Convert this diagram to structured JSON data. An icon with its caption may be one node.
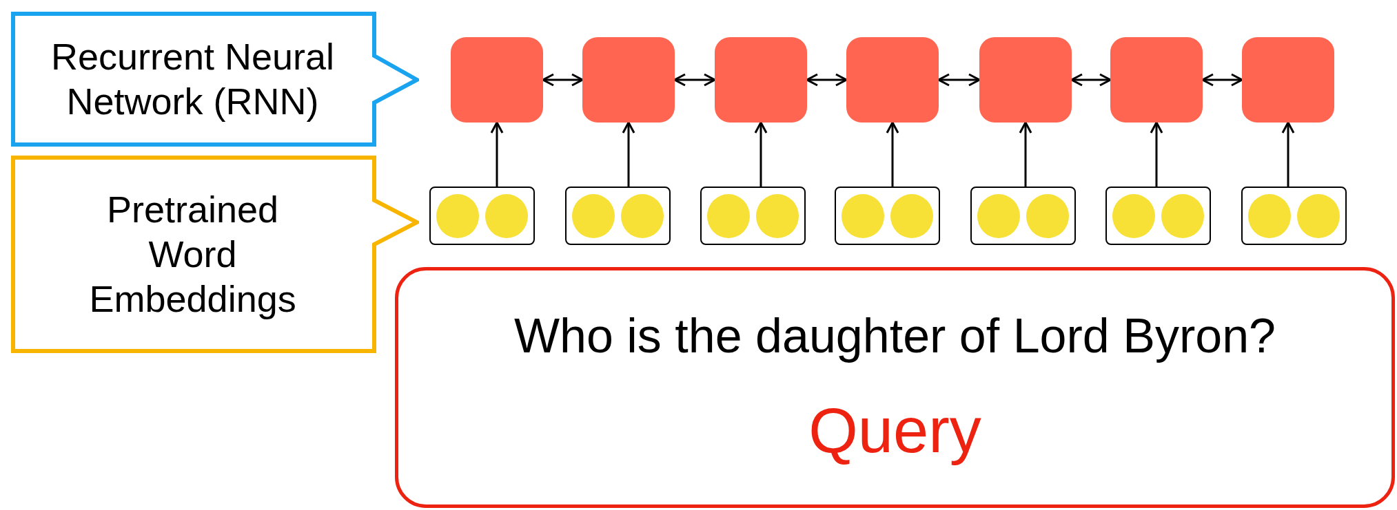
{
  "diagram": {
    "nodes": [
      {
        "text": [
          "Recurrent Neural Network (RNN)"
        ]
      },
      {
        "text": [
          "Pretrained Word Embeddings"
        ]
      },
      {
        "text": [],
        "shape": "box"
      },
      {
        "text": [],
        "shape": "box"
      },
      {
        "text": [],
        "shape": "box"
      },
      {
        "text": [],
        "shape": "box"
      },
      {
        "text": [],
        "shape": "box"
      },
      {
        "text": [],
        "shape": "box"
      },
      {
        "text": [],
        "shape": "box"
      },
      {
        "text": [],
        "shape": "box"
      },
      {
        "text": [],
        "shape": "box"
      },
      {
        "text": [],
        "shape": "box"
      },
      {
        "text": [],
        "shape": "box"
      },
      {
        "text": [],
        "shape": "box"
      },
      {
        "text": [],
        "shape": "box"
      },
      {
        "text": [],
        "shape": "box"
      },
      {
        "text": [
          "Who is the daughter of Lord Byron?",
          "Query"
        ]
      }
    ],
    "edges": [
      {
        "from": 2,
        "to": 3,
        "arrow": "both"
      },
      {
        "from": 3,
        "to": 4,
        "arrow": "both"
      },
      {
        "from": 4,
        "to": 5,
        "arrow": "both"
      },
      {
        "from": 5,
        "to": 6,
        "arrow": "both"
      },
      {
        "from": 6,
        "to": 7,
        "arrow": "both"
      },
      {
        "from": 7,
        "to": 8,
        "arrow": "both"
      },
      {
        "from": 9,
        "to": 2,
        "arrow": "to"
      },
      {
        "from": 10,
        "to": 3,
        "arrow": "to"
      },
      {
        "from": 11,
        "to": 4,
        "arrow": "to"
      },
      {
        "from": 12,
        "to": 5,
        "arrow": "to"
      },
      {
        "from": 13,
        "to": 6,
        "arrow": "to"
      },
      {
        "from": 14,
        "to": 7,
        "arrow": "to"
      },
      {
        "from": 15,
        "to": 8,
        "arrow": "to"
      }
    ]
  }
}
